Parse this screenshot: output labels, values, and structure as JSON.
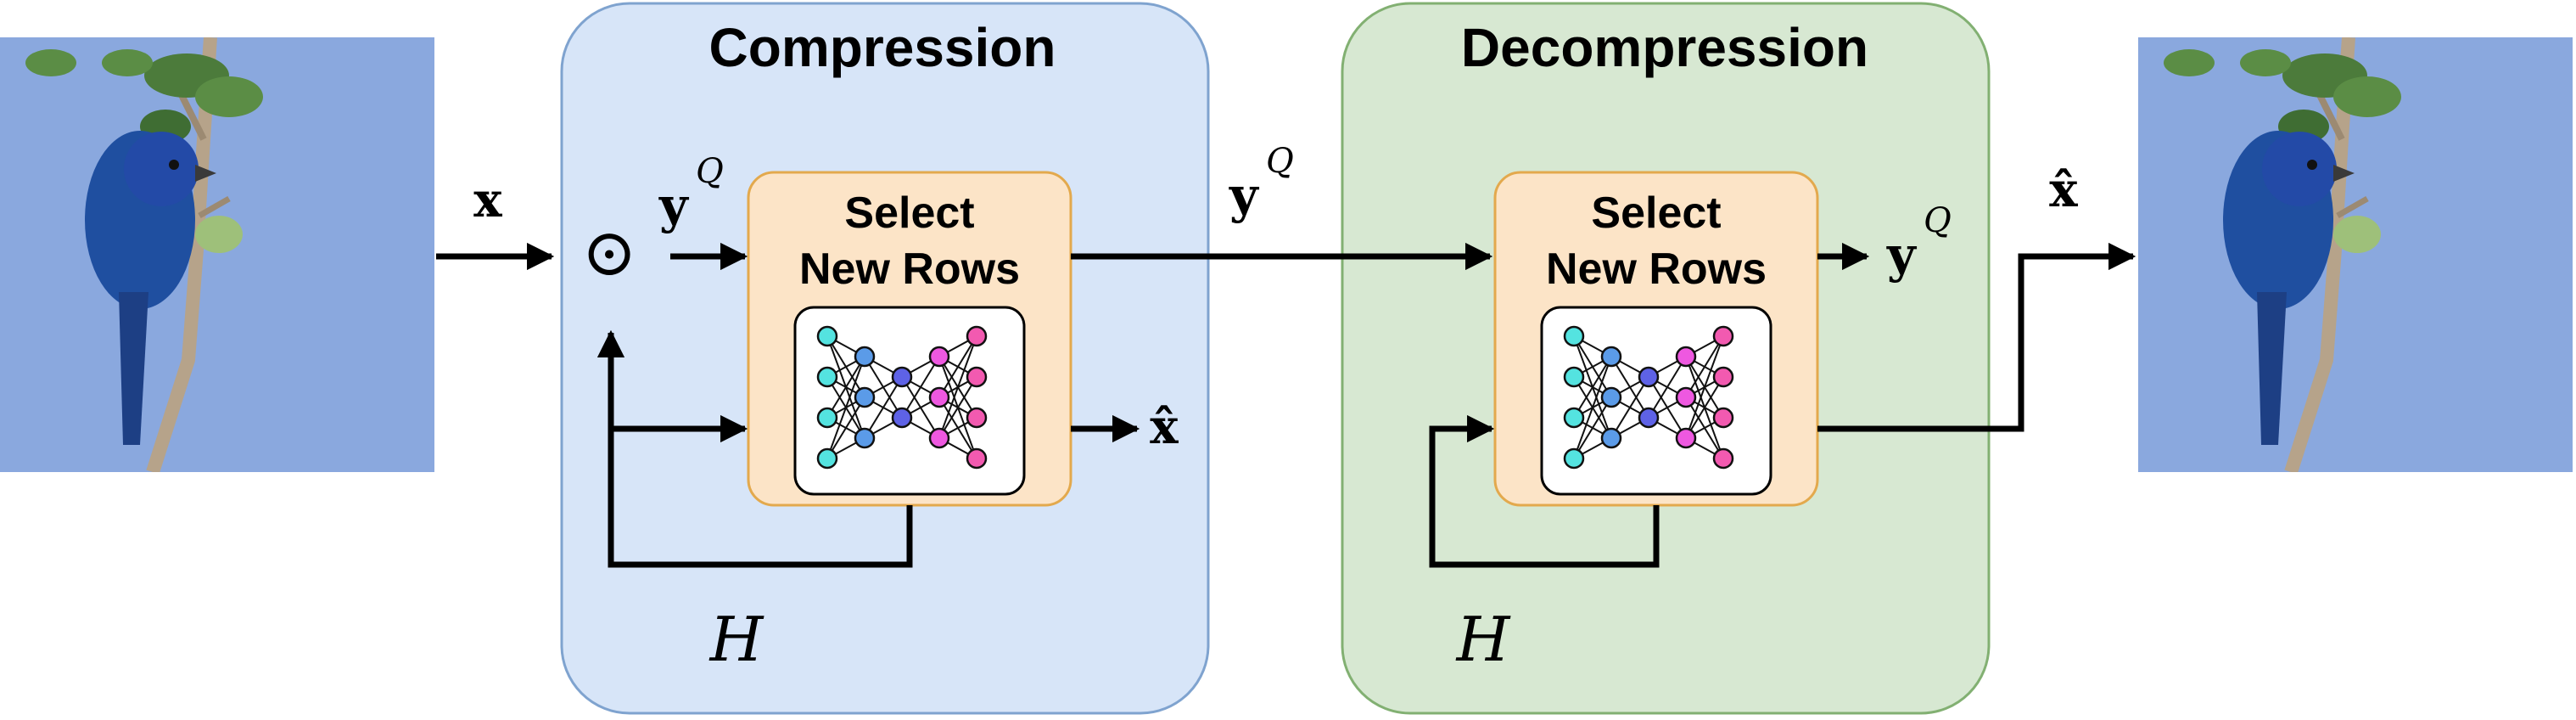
{
  "compression": {
    "title": "Compression",
    "H": "H"
  },
  "decompression": {
    "title": "Decompression",
    "H": "H"
  },
  "select_block": {
    "line1": "Select",
    "line2": "New Rows"
  },
  "symbols": {
    "x": "x",
    "x_hat": "x̂",
    "y": "y",
    "Q": "Q",
    "hadamard": "⊙"
  },
  "colors": {
    "compression_bg": "#d7e5f8",
    "compression_border": "#7fa3cf",
    "decompression_bg": "#d7e8d2",
    "decompression_border": "#82b072",
    "select_bg": "#fce4c7",
    "select_border": "#e3a94d",
    "node_cyan": "#54e3e0",
    "node_blue": "#5b9be8",
    "node_indigo": "#5e62e6",
    "node_magenta": "#ee58e0",
    "node_pink": "#f25ab0",
    "sky": "#8aa8de"
  }
}
